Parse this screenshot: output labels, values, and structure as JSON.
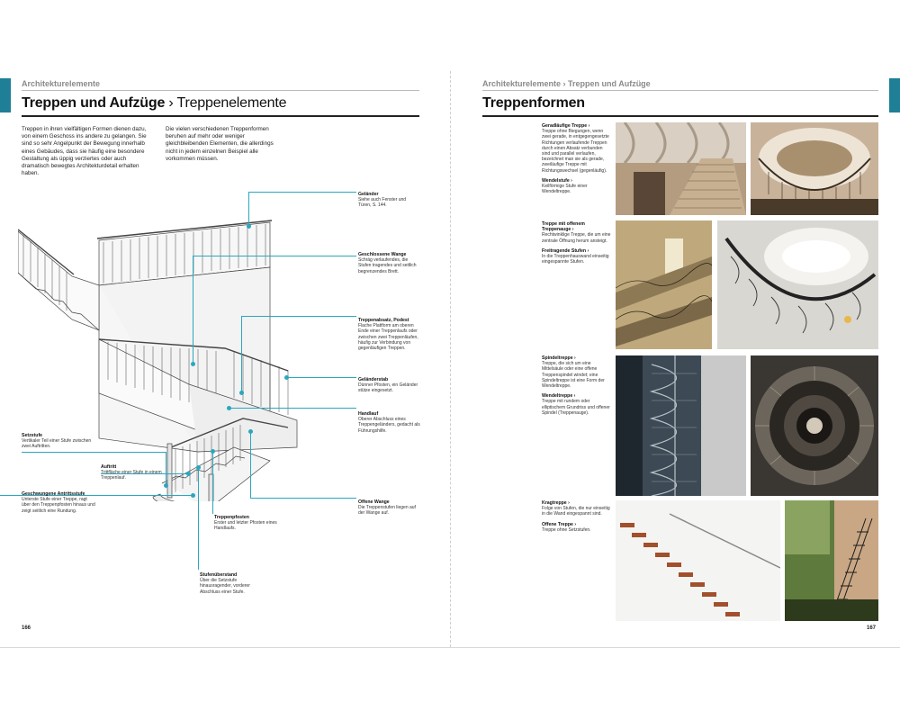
{
  "left_page": {
    "running_head": "Architekturelemente",
    "title_main": "Treppen und Aufzüge",
    "title_sep": " › ",
    "title_sub": "Treppenelemente",
    "intro_col1": "Treppen in ihren vielfältigen Formen dienen dazu, von einem Geschoss ins andere zu gelangen. Sie sind so sehr Angelpunkt der Bewegung innerhalb eines Gebäudes, dass sie häufig eine besondere Gestaltung als üppig verziertes oder auch dramatisch bewegtes Architekturdetail erhalten haben.",
    "intro_col2": "Die vielen verschiedenen Treppenformen beruhen auf mehr oder weniger gleichbleibenden Elementen, die allerdings nicht in jedem einzelnen Beispiel alle vorkommen müssen.",
    "page_number": "166",
    "labels": [
      {
        "title": "Geländer",
        "text": "Siehe auch Fenster und Türen, S. 144."
      },
      {
        "title": "Geschlossene Wange",
        "text": "Schräg verlaufendes, die Stufen tragendes und seitlich begrenzendes Brett."
      },
      {
        "title": "Treppenabsatz, Podest",
        "text": "Flache Plattform am oberen Ende einer Treppenlaufs oder zwischen zwei Treppenläufen, häufig zur Verbindung von gegenläufigen Treppen."
      },
      {
        "title": "Geländerstab",
        "text": "Dünner Pfosten, ein Geländer stütze eingesetzt."
      },
      {
        "title": "Handlauf",
        "text": "Oberer Abschluss eines Treppengeländers, gedacht als Führungshilfe."
      },
      {
        "title": "Setzstufe",
        "text": "Vertikaler Teil einer Stufe zwischen zwei Auftritten."
      },
      {
        "title": "Auftritt",
        "text": "Trittfläche einer Stufe in einem Treppenlauf."
      },
      {
        "title": "Geschwungene Antrittsstufe",
        "text": "Unterste Stufe einer Treppe, ragt über den Treppenpfosten hinaus und zeigt seitlich eine Rundung."
      },
      {
        "title": "Offene Wange",
        "text": "Die Treppenstufen liegen auf der Wange auf."
      },
      {
        "title": "Treppenpfosten",
        "text": "Erster und letzter Pfosten eines Handlaufs."
      },
      {
        "title": "Stufenüberstand",
        "text": "Über die Setzstufe hinausragender, vorderer Abschluss einer Stufe."
      }
    ]
  },
  "right_page": {
    "running_head": "Architekturelemente › Treppen und Aufzüge",
    "title": "Treppenformen",
    "page_number": "167",
    "sections": [
      {
        "entries": [
          {
            "title": "Geradläufige Treppe ›",
            "text": "Treppe ohne Biegungen, wenn zwei gerade, in entgegengesetzte Richtungen verlaufende Treppen durch einen Absatz verbunden sind und parallel verlaufen, bezeichnet man sie als gerade, zweiläufige Treppe mit Richtungswechsel (gegenläufig)."
          },
          {
            "title": "Wendelstufe ›",
            "text": "Keilförmige Stufe einer Wendeltreppe."
          }
        ]
      },
      {
        "entries": [
          {
            "title": "Treppe mit offenem Treppenauge ›",
            "text": "Rechtwinklige Treppe, die um eine zentrale Öffnung herum ansteigt."
          },
          {
            "title": "Freitragende Stufen ›",
            "text": "In die Treppenhauswand einseitig eingespannte Stufen."
          }
        ]
      },
      {
        "entries": [
          {
            "title": "Spindeltreppe ›",
            "text": "Treppe, die sich um eine Mittelsäule oder eine offene Treppenspindel windet; eine Spindeltreppe ist eine Form der Wendeltreppe."
          },
          {
            "title": "Wendeltreppe ›",
            "text": "Treppe mit rundem oder elliptischem Grundriss und offener Spindel (Treppenauge)."
          }
        ]
      },
      {
        "entries": [
          {
            "title": "Kragtreppe ›",
            "text": "Folge von Stufen, die nur einseitig in die Wand eingespannt sind."
          },
          {
            "title": "Offene Treppe ›",
            "text": "Treppe ohne Setzstufen."
          }
        ]
      }
    ]
  },
  "colors": {
    "accent": "#2aa7c0",
    "tab": "#1f7f97",
    "rule": "#222222"
  }
}
